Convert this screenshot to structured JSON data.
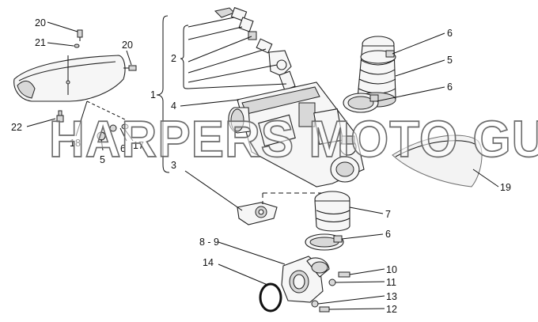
{
  "watermark": "HARPERS MOTO GUZZI©",
  "callouts": {
    "c1": "1",
    "c2": "2",
    "c3": "3",
    "c4": "4",
    "c5_right": "5",
    "c5_left": "5",
    "c6_top": "6",
    "c6_mid": "6",
    "c6_lower": "6",
    "c6_left": "6",
    "c7": "7",
    "c8_9": "8 - 9",
    "c10": "10",
    "c11": "11",
    "c12": "12",
    "c13": "13",
    "c14": "14",
    "c17": "17",
    "c18": "18",
    "c19": "19",
    "c20_top": "20",
    "c20_right": "20",
    "c21": "21",
    "c22": "22"
  }
}
